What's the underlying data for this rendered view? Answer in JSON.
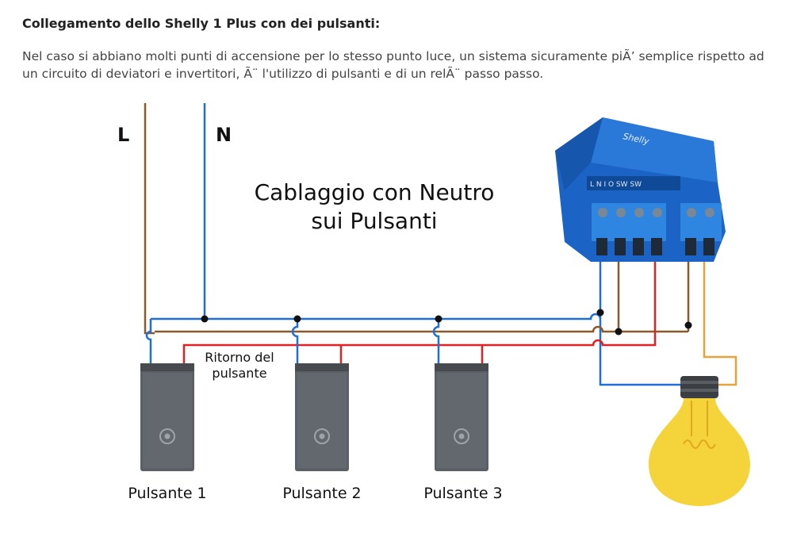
{
  "article": {
    "heading": "Collegamento dello Shelly 1 Plus con dei pulsanti:",
    "intro": "Nel caso si abbiano molti punti di accensione per lo stesso punto luce, un sistema sicuramente piÃ’ semplice rispetto ad un circuito di deviatori e invertitori, Ã¨ l'utilizzo di pulsanti e di un relÃ¨ passo passo."
  },
  "diagram": {
    "line_label": "L",
    "neutral_label": "N",
    "title_line1": "Cablaggio con Neutro",
    "title_line2": "sui Pulsanti",
    "return_label_line1": "Ritorno del",
    "return_label_line2": "pulsante",
    "buttons": [
      "Pulsante 1",
      "Pulsante 2",
      "Pulsante 3"
    ],
    "relay_brand": "Shelly",
    "relay_terminals": [
      "L",
      "N",
      "I",
      "O",
      "SW",
      "SW"
    ],
    "wire_colors": {
      "phase": "#8B5A2B",
      "neutral": "#1F6FD6",
      "return": "#E02222",
      "load": "#E8A33A"
    },
    "bulb_color": "#F5D33A"
  }
}
